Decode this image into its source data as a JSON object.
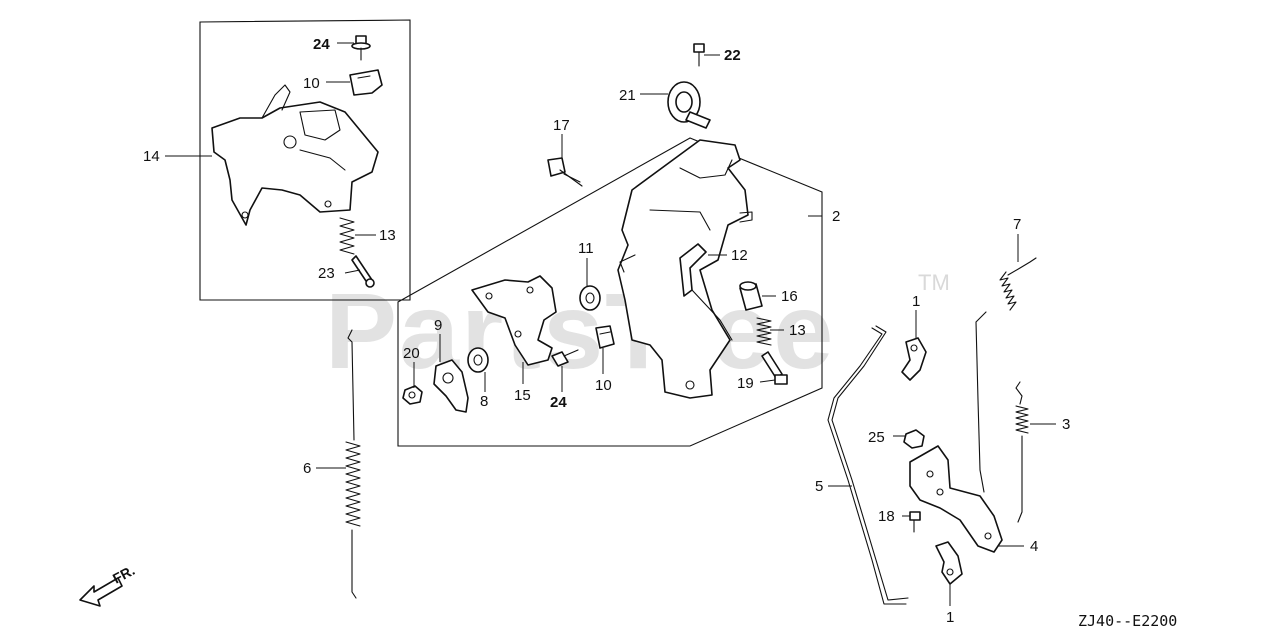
{
  "watermark": {
    "brand": "PartsTree",
    "trademark": "TM"
  },
  "diagram_code": "ZJ40--E2200",
  "direction_indicator": {
    "label": "FR."
  },
  "callouts": {
    "c24_top": "24",
    "c10_top": "10",
    "c14": "14",
    "c13_left": "13",
    "c23": "23",
    "c22": "22",
    "c21": "21",
    "c17": "17",
    "c2": "2",
    "c11": "11",
    "c12": "12",
    "c16": "16",
    "c13_mid": "13",
    "c19": "19",
    "c9": "9",
    "c20": "20",
    "c8": "8",
    "c15": "15",
    "c24_mid": "24",
    "c10_mid": "10",
    "c6": "6",
    "c7": "7",
    "c1_top": "1",
    "c3": "3",
    "c25": "25",
    "c5": "5",
    "c18": "18",
    "c4": "4",
    "c1_bottom": "1"
  }
}
